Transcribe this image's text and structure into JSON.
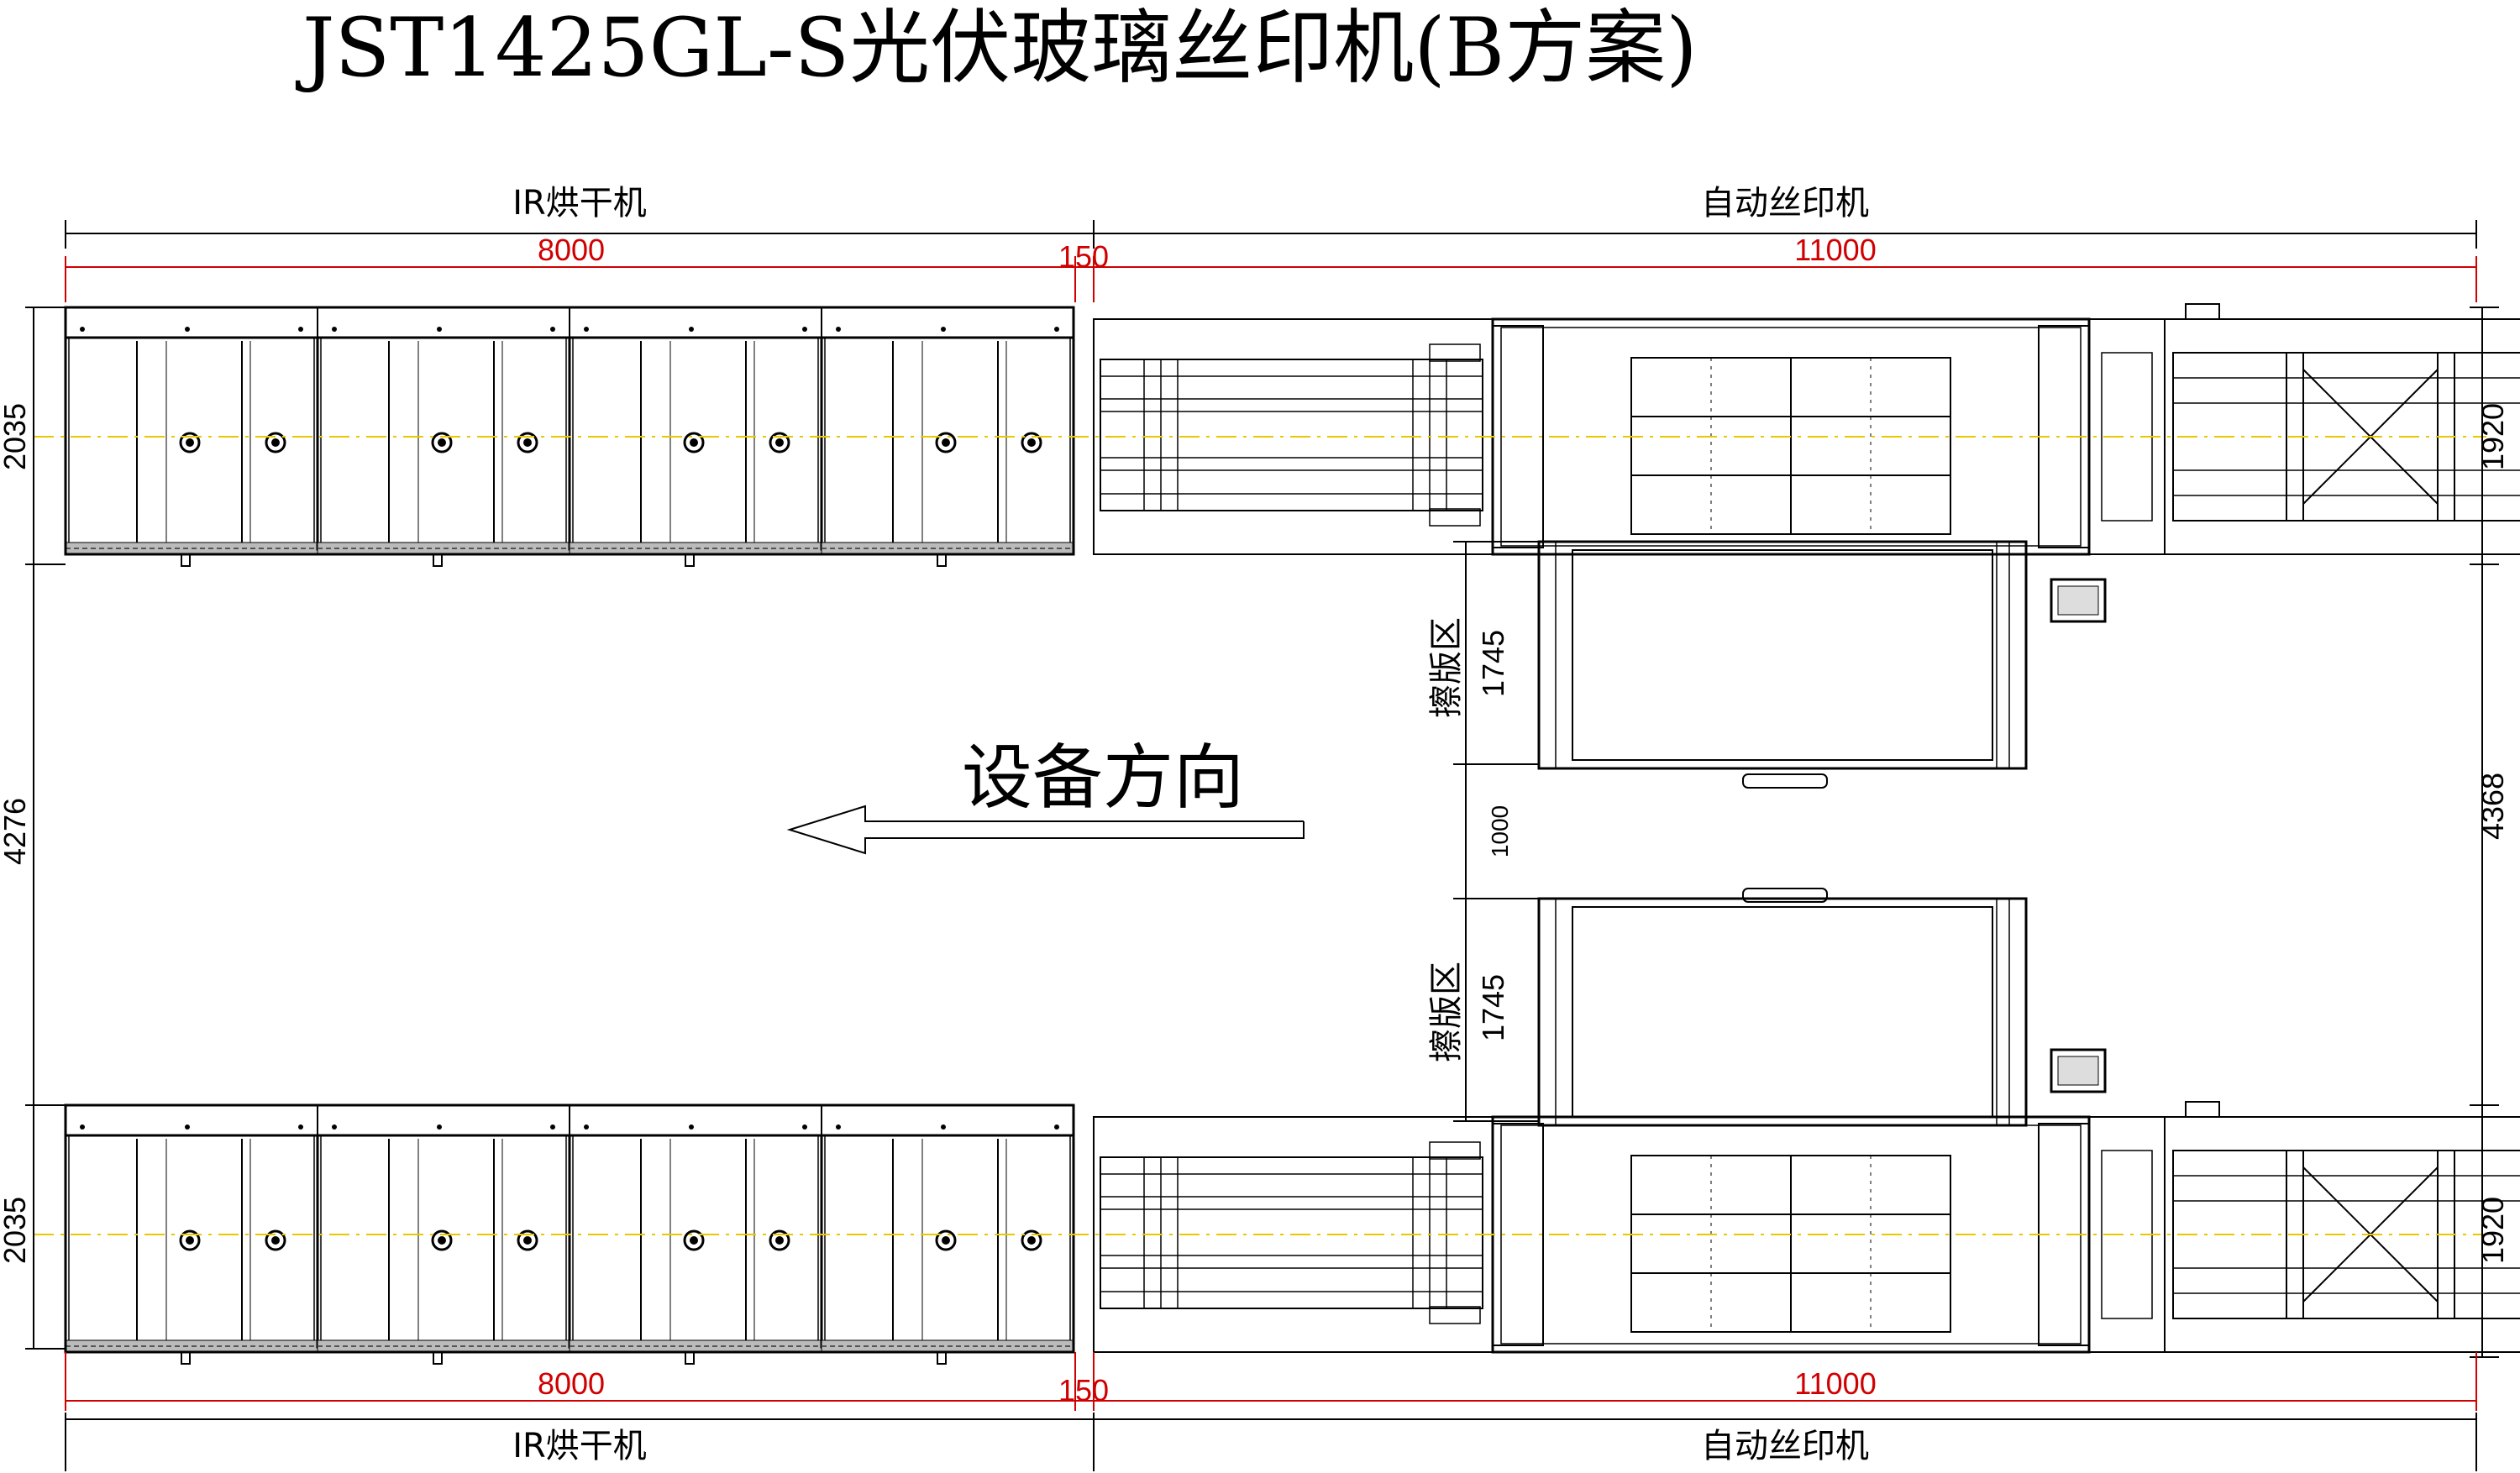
{
  "title": "JST1425GL-S光伏玻璃丝印机(B方案)",
  "sections": {
    "dryer_label": "IR烘干机",
    "printer_label": "自动丝印机"
  },
  "dimensions": {
    "dryer_length": "8000",
    "gap": "150",
    "printer_length": "11000",
    "dryer_width": "2035",
    "printer_width": "1920",
    "spacing_left": "4276",
    "spacing_right": "4368",
    "wipe_zone_width": "1745",
    "wipe_zone_gap": "1000"
  },
  "wipe_zone_label": "擦版区",
  "direction_label": "设备方向",
  "colors": {
    "dimension_red": "#d00000",
    "centerline_yellow": "#e8c800",
    "line": "#000000"
  }
}
